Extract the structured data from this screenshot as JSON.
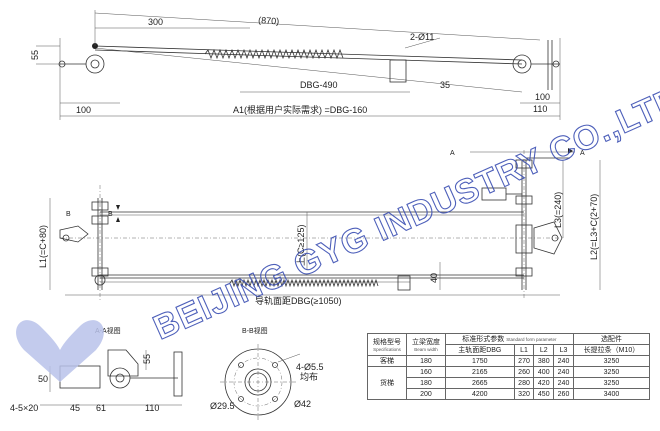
{
  "dims": {
    "d870": "(870)",
    "d300": "300",
    "d55_top": "55",
    "d2011": "2-Ø11",
    "d100_left": "100",
    "d100_right": "100",
    "d110": "110",
    "d35": "35",
    "dbg490": "DBG-490",
    "a1": "A1(根据用户实际需求) =DBG-160",
    "l1": "L1(=C+80)",
    "c125": "上(C≥125)",
    "l3": "L3(=240)",
    "l2": "L2(=L3+C(2+70)",
    "d40": "40",
    "dbg1050": "导轨面距DBG(≥1050)",
    "mark_a": "A",
    "mark_b": "B"
  },
  "views": {
    "aa_title": "A-A视图",
    "bb_title": "B-B视图",
    "aa_50": "50",
    "aa_55": "55",
    "aa_45": "45",
    "aa_61": "61",
    "aa_110": "110",
    "aa_4x5": "4-5×20",
    "bb_holes": "4-Ø5.5",
    "bb_even": "均布",
    "bb_d295": "Ø29.5",
    "bb_d42": "Ø42"
  },
  "table": {
    "col_model": "规格型号",
    "col_model_en": "Specifications",
    "col_beam": "立梁宽度",
    "col_beam_en": "Beam width",
    "col_std": "标准形式参数",
    "col_std_en": "Standard form parameter",
    "col_opt": "选配件",
    "sub_dbg": "主轨面距DBG",
    "sub_l1": "L1",
    "sub_l2": "L2",
    "sub_l3": "L3",
    "sub_rod": "长提拉条（M10）",
    "rows": [
      {
        "model": "客梯",
        "beam": "180",
        "dbg": "1750",
        "l1": "270",
        "l2": "380",
        "l3": "240",
        "rod": "3250"
      },
      {
        "model": "",
        "beam": "160",
        "dbg": "2165",
        "l1": "260",
        "l2": "400",
        "l3": "240",
        "rod": "3250"
      },
      {
        "model": "货梯",
        "beam": "180",
        "dbg": "2665",
        "l1": "280",
        "l2": "420",
        "l3": "240",
        "rod": "3250"
      },
      {
        "model": "",
        "beam": "200",
        "dbg": "4200",
        "l1": "320",
        "l2": "450",
        "l3": "260",
        "rod": "3400"
      }
    ]
  },
  "watermark": "BEIJING GYG INDUSTRY CO.,LTD",
  "colors": {
    "watermark": "#3b4fb3",
    "heart": "#b9c2ea"
  }
}
